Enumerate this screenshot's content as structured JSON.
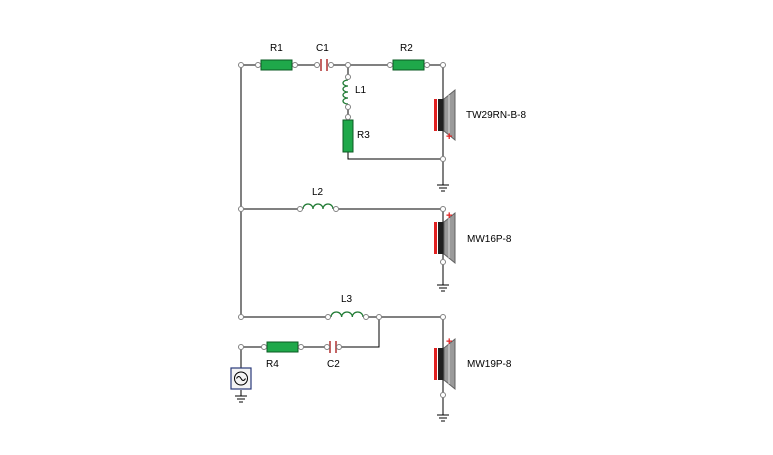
{
  "schematic": {
    "components": {
      "R1": "R1",
      "C1": "C1",
      "R2": "R2",
      "L1": "L1",
      "R3": "R3",
      "L2": "L2",
      "L3": "L3",
      "R4": "R4",
      "C2": "C2"
    },
    "drivers": {
      "tweeter": "TW29RN-B-8",
      "midwoofer_1": "MW16P-8",
      "midwoofer_2": "MW19P-8"
    },
    "polarity_mark": "+"
  },
  "colors": {
    "resistor": "#1fa84a",
    "inductor": "#1f7a33",
    "capacitor": "#b03030",
    "speaker_magnet": "#e02020",
    "wire": "#000000"
  }
}
